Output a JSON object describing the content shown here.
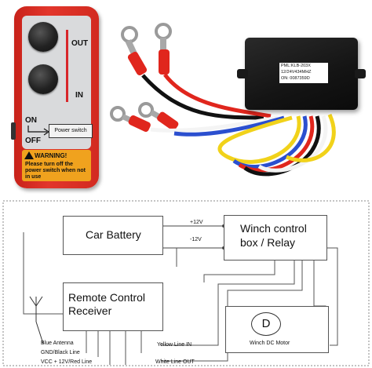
{
  "remote": {
    "out_label": "OUT",
    "in_label": "IN",
    "on_label": "ON",
    "off_label": "OFF",
    "power_switch_label": "Power switch",
    "warning_title": "WARNING!",
    "warning_text": "Please turn off the power switch when not in use"
  },
  "relay": {
    "label_line1": "PML:KLB-203X",
    "label_line2": "12/24V434MHZ",
    "label_line3": "ON: 0087359D"
  },
  "diagram": {
    "car_battery": "Car Battery",
    "winch_box_line1": "Winch control",
    "winch_box_line2": "box / Relay",
    "receiver_line1": "Remote Control",
    "receiver_line2": "Receiver",
    "motor_symbol": "D",
    "motor_label": "Winch DC Motor",
    "plus_12v": "+12V",
    "minus_12v": "-12V",
    "blue_antenna": "Blue Antenna",
    "gnd_line": "GND/Black Line",
    "vcc_line": "VCC + 12V/Red Line",
    "yellow_line": "Yellow Line IN",
    "white_line": "White Line OUT"
  },
  "colors": {
    "remote_red": "#d22a20",
    "warning_orange": "#f0a21e",
    "relay_black": "#141414",
    "wire_red": "#e0261d",
    "wire_black": "#111111",
    "wire_blue": "#2b4fcf",
    "wire_yellow": "#f1d21a",
    "wire_white": "#f4f4f4"
  }
}
